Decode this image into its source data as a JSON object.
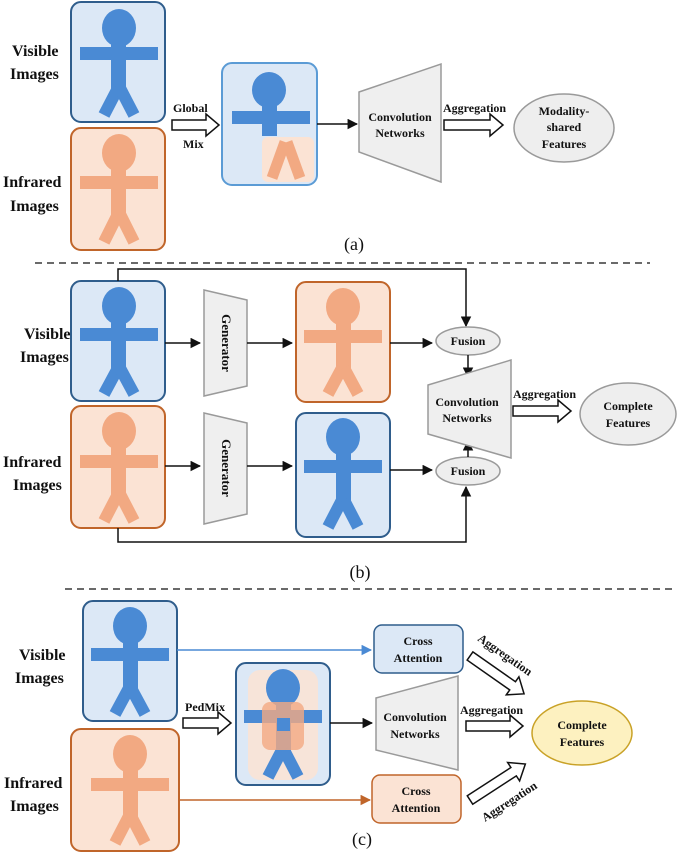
{
  "colors": {
    "blue_fill": "#dce8f6",
    "blue_stroke": "#2f5d8c",
    "blue_figure": "#4a8ad4",
    "orange_fill": "#fbe3d4",
    "orange_stroke": "#c0652a",
    "orange_figure": "#f2a982",
    "gray_fill": "#efefef",
    "gray_stroke": "#9a9a9a",
    "yellow_fill": "#fdf1c0",
    "yellow_stroke": "#c9a227"
  },
  "panel_a": {
    "visible_label_1": "Visible",
    "visible_label_2": "Images",
    "infrared_label_1": "Infrared",
    "infrared_label_2": "Images",
    "mix_label_1": "Global",
    "mix_label_2": "Mix",
    "conv_label_1": "Convolution",
    "conv_label_2": "Networks",
    "aggregation": "Aggregation",
    "output_1": "Modality-",
    "output_2": "shared",
    "output_3": "Features",
    "caption": "(a)"
  },
  "panel_b": {
    "visible_label_1": "Visible",
    "visible_label_2": "Images",
    "infrared_label_1": "Infrared",
    "infrared_label_2": "Images",
    "generator_top": "Generator",
    "generator_bottom": "Generator",
    "fusion_top": "Fusion",
    "fusion_bottom": "Fusion",
    "conv_label_1": "Convolution",
    "conv_label_2": "Networks",
    "aggregation": "Aggregation",
    "output_1": "Complete",
    "output_2": "Features",
    "caption": "(b)"
  },
  "panel_c": {
    "visible_label_1": "Visible",
    "visible_label_2": "Images",
    "infrared_label_1": "Infrared",
    "infrared_label_2": "Images",
    "pedmix": "PedMix",
    "cross_top_1": "Cross",
    "cross_top_2": "Attention",
    "cross_bottom_1": "Cross",
    "cross_bottom_2": "Attention",
    "conv_label_1": "Convolution",
    "conv_label_2": "Networks",
    "aggregation_top": "Aggregation",
    "aggregation_mid": "Aggregation",
    "aggregation_bottom": "Aggregation",
    "output_1": "Complete",
    "output_2": "Features",
    "caption": "(c)"
  }
}
